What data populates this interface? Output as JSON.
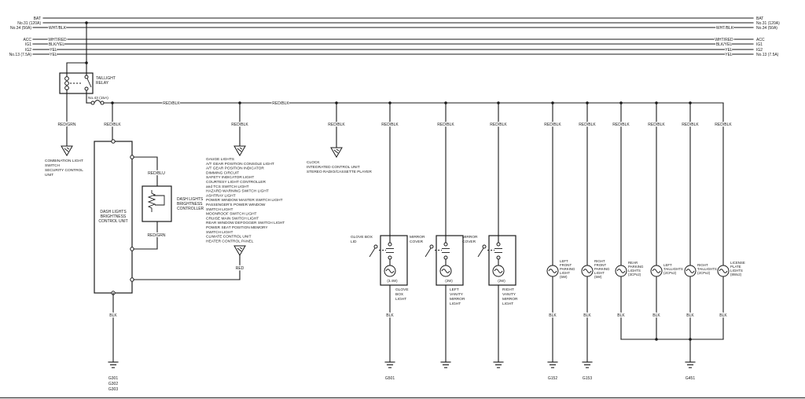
{
  "diagram": {
    "colors": {
      "ink": "#1b1b1b",
      "background": "#ffffff"
    },
    "rails": [
      {
        "left": "BAT",
        "right": "BAT"
      },
      {
        "left": "No.31 (120A)",
        "right": "No.31 (120A)"
      },
      {
        "left": "No.34 (50A)",
        "wire": "WHT/BLK",
        "right": "No.34 (50A)"
      },
      {
        "left": "ACC",
        "wire": "WHT/RED",
        "right": "ACC"
      },
      {
        "left": "IG1",
        "wire": "BLK/YEL",
        "right": "IG1"
      },
      {
        "left": "IG2",
        "wire": "YEL",
        "right": "IG2"
      },
      {
        "left": "No.13 (7.5A)",
        "wire": "YEL",
        "right": "No.13 (7.5A)"
      }
    ],
    "relay": {
      "name": [
        "TAILLIGHT",
        "RELAY"
      ],
      "fuse": "No.43 (15A)"
    },
    "wire_colors": {
      "red_blk": "RED/BLK",
      "red_grn": "RED/GRN",
      "red_blu": "RED/BLU",
      "red": "RED",
      "blk": "BLK"
    },
    "combination_unit": [
      "COMBINATION LIGHT",
      "SWITCH",
      "SECURITY CONTROL",
      "UNIT"
    ],
    "dash_unit": [
      "DASH LIGHTS",
      "BRIGHTNESS",
      "CONTROL UNIT"
    ],
    "controller": [
      "DASH LIGHTS",
      "BRIGHTNESS",
      "CONTROLLER"
    ],
    "center_loads": [
      "GAUGE LIGHTS",
      "A/T GEAR POSITION CONSOLE LIGHT",
      "A/T GEAR POSITION INDICATOR",
      "DIMMING CIRCUIT",
      "SAFETY INDICATOR LIGHT",
      "COURTESY LIGHT CONTROLLER",
      "and TCS SWITCH LIGHT",
      "HAZARD WARNING SWITCH LIGHT",
      "ASHTRAY LIGHT",
      "POWER WINDOW MASTER SWITCH LIGHT",
      "PASSENGER'S POWER WINDOW",
      "SWITCH LIGHT",
      "MOONROOF SWITCH LIGHT",
      "CRUISE MAIN SWITCH LIGHT",
      "REAR WINDOW DEFOGGER SWITCH LIGHT",
      "POWER SEAT POSITION MEMORY",
      "SWITCH LIGHT",
      "CLIMATE CONTROL UNIT",
      "HEATER CONTROL PANEL"
    ],
    "console_loads": [
      "CLOCK",
      "INTEGRATED CONTROL UNIT",
      "STEREO RADIO/CASSETTE PLAYER"
    ],
    "glove_box": {
      "actuator": [
        "GLOVE BOX",
        "LID"
      ],
      "rating": "(3.4W)",
      "name": [
        "GLOVE",
        "BOX",
        "LIGHT"
      ]
    },
    "left_vanity": {
      "actuator": [
        "MIRROR",
        "COVER"
      ],
      "rating": "(2W)",
      "name": [
        "LEFT",
        "VANITY",
        "MIRROR",
        "LIGHT"
      ]
    },
    "right_vanity": {
      "actuator": [
        "MIRROR",
        "COVER"
      ],
      "rating": "(2W)",
      "name": [
        "RIGHT",
        "VANITY",
        "MIRROR",
        "LIGHT"
      ]
    },
    "lamps": [
      {
        "name": [
          "LEFT",
          "FRONT",
          "PARKING",
          "LIGHT",
          "(5W)"
        ]
      },
      {
        "name": [
          "RIGHT",
          "FRONT",
          "PARKING",
          "LIGHT",
          "(5W)"
        ]
      },
      {
        "name": [
          "REAR",
          "PARKING",
          "LIGHTS",
          "(3CPx2)"
        ]
      },
      {
        "name": [
          "LEFT",
          "TAILLIGHTS",
          "(2CPx2)"
        ]
      },
      {
        "name": [
          "RIGHT",
          "TAILLIGHTS",
          "(2CPx2)"
        ]
      },
      {
        "name": [
          "LICENSE",
          "PLATE",
          "LIGHTS",
          "(8Wx2)"
        ]
      }
    ],
    "grounds": {
      "dash": [
        "G301",
        "G302",
        "G303"
      ],
      "glove": "G501",
      "left_front": "G152",
      "right_front": "G153",
      "rear": "G451"
    }
  }
}
